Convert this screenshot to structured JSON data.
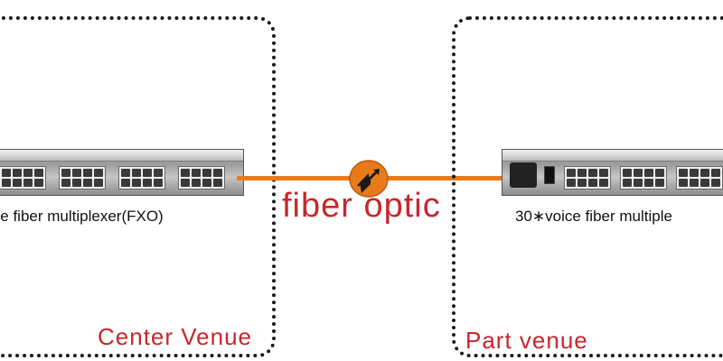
{
  "center": {
    "device_caption": "ice fiber multiplexer(FXO)",
    "venue_label": "Center Venue"
  },
  "part": {
    "device_caption": "30∗voice fiber multiple",
    "venue_label": "Part venue"
  },
  "link": {
    "label": "fiber optic"
  },
  "colors": {
    "fiber": "#e97a1b",
    "label_red": "#c8262c",
    "box_border": "#1a1a1a"
  },
  "icons": {
    "connector": "fiber-connector-icon"
  }
}
